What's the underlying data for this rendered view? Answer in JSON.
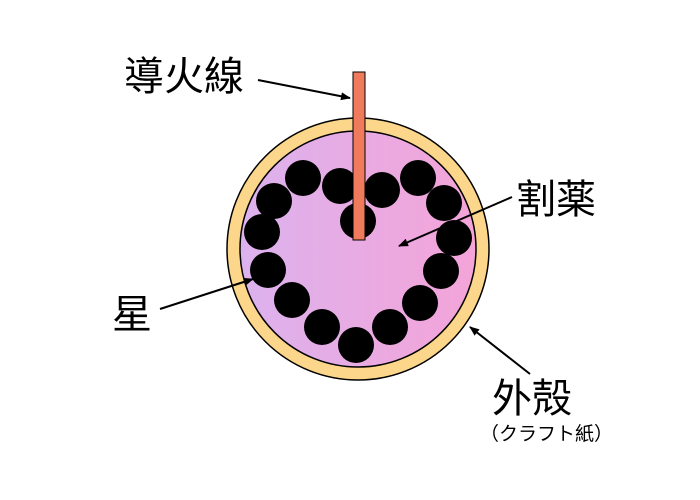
{
  "labels": {
    "fuse": "導火線",
    "burst_charge": "割薬",
    "star": "星",
    "shell": "外殻",
    "shell_note": "（クラフト紙）"
  },
  "colors": {
    "background": "#ffffff",
    "shell_fill": "#fcd68a",
    "outline": "#000000",
    "interior_left": "#dcb2ee",
    "interior_right": "#f4a4d8",
    "star_fill": "#000000",
    "fuse_fill": "#f07b5c"
  }
}
